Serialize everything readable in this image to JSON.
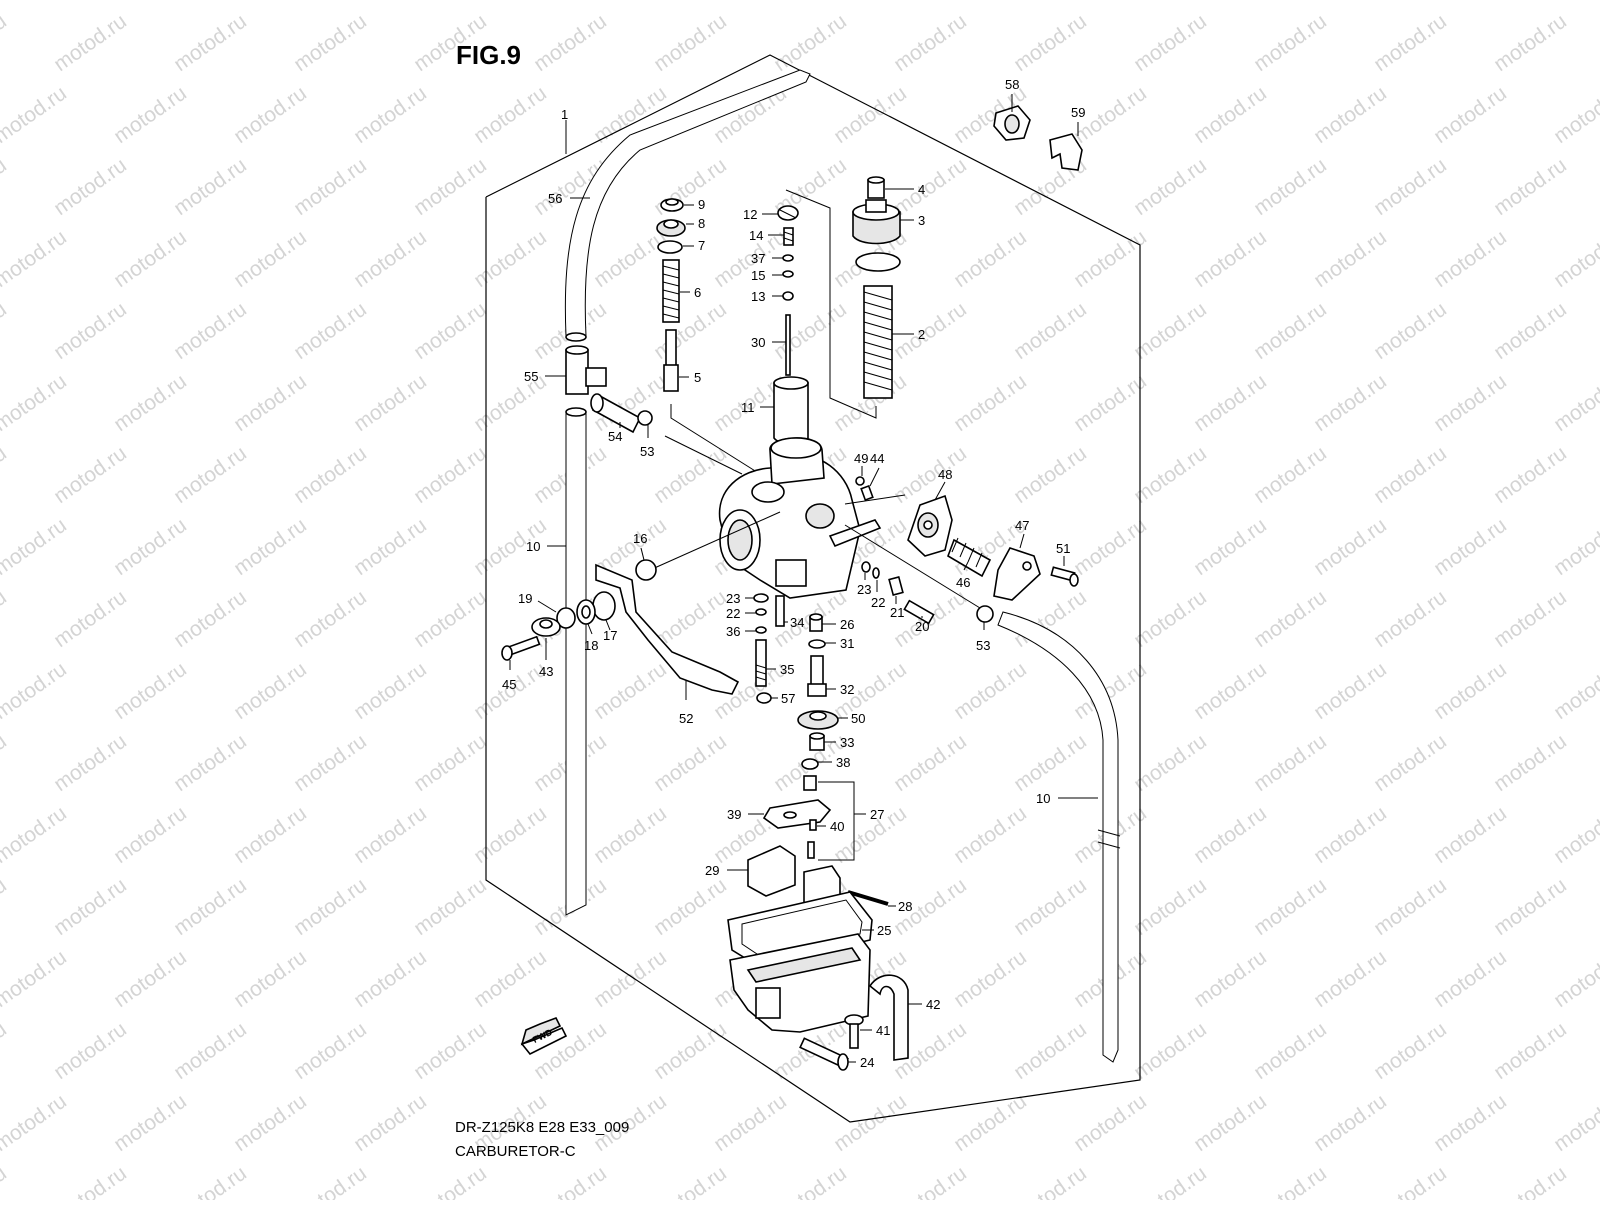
{
  "figure": {
    "title": "FIG.9",
    "model_code": "DR-Z125K8 E28 E33_009",
    "section_name": "CARBURETOR-C",
    "watermark_text": "motod.ru",
    "fwd_label": "FWD"
  },
  "callouts": {
    "p1": "1",
    "p2": "2",
    "p3": "3",
    "p4": "4",
    "p5": "5",
    "p6": "6",
    "p7": "7",
    "p8": "8",
    "p9": "9",
    "p10a": "10",
    "p10b": "10",
    "p11": "11",
    "p12": "12",
    "p13": "13",
    "p14": "14",
    "p15": "15",
    "p16": "16",
    "p17": "17",
    "p18": "18",
    "p19": "19",
    "p20": "20",
    "p21": "21",
    "p22a": "22",
    "p22b": "22",
    "p23a": "23",
    "p23b": "23",
    "p24": "24",
    "p25": "25",
    "p26": "26",
    "p27": "27",
    "p28": "28",
    "p29": "29",
    "p30": "30",
    "p31": "31",
    "p32": "32",
    "p33": "33",
    "p34": "34",
    "p35": "35",
    "p36": "36",
    "p37": "37",
    "p38": "38",
    "p39": "39",
    "p40": "40",
    "p41": "41",
    "p42": "42",
    "p43": "43",
    "p44": "44",
    "p45": "45",
    "p46": "46",
    "p47": "47",
    "p48": "48",
    "p49": "49",
    "p50": "50",
    "p51": "51",
    "p52": "52",
    "p53a": "53",
    "p53b": "53",
    "p54": "54",
    "p55": "55",
    "p56": "56",
    "p57": "57",
    "p58": "58",
    "p59": "59"
  },
  "colors": {
    "line": "#000000",
    "watermark": "#d4d4d4",
    "background": "#ffffff"
  }
}
